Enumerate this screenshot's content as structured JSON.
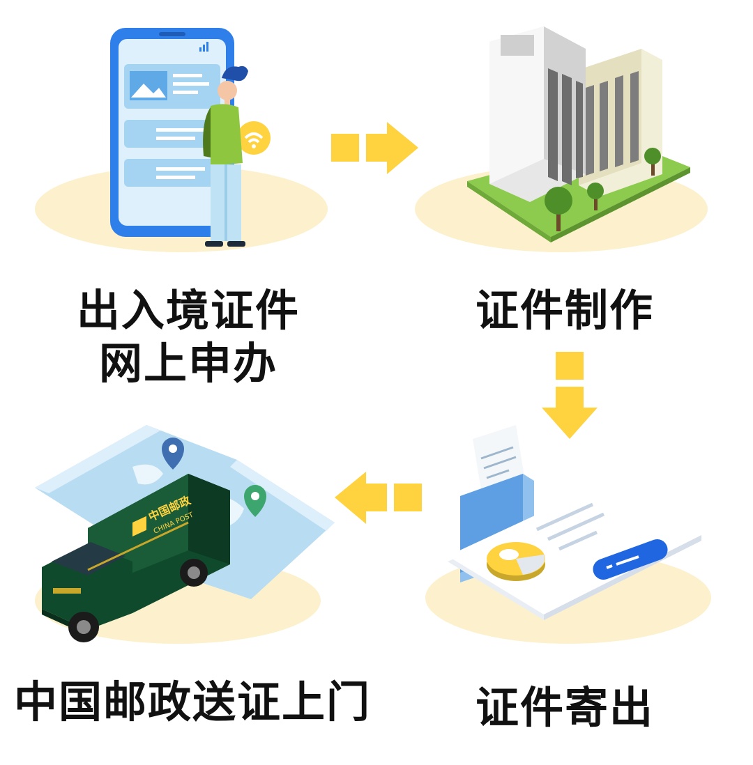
{
  "steps": [
    {
      "id": "apply-online",
      "label_lines": [
        "出入境证件",
        "网上申办"
      ],
      "icon": "phone-person-icon"
    },
    {
      "id": "production",
      "label_lines": [
        "证件制作"
      ],
      "icon": "office-building-icon"
    },
    {
      "id": "dispatch",
      "label_lines": [
        "证件寄出"
      ],
      "icon": "document-folder-icon"
    },
    {
      "id": "delivery",
      "label_lines": [
        "中国邮政送证上门"
      ],
      "icon": "postal-truck-map-icon"
    }
  ],
  "truck": {
    "brand_cn": "中国邮政",
    "brand_en": "CHINA POST"
  },
  "colors": {
    "arrow": "#FFD23F",
    "platform": "#FCF1CC",
    "phone": "#2F7FEA",
    "grass": "#8CCB4E",
    "truck": "#0F4A2C",
    "label": "#111111"
  }
}
